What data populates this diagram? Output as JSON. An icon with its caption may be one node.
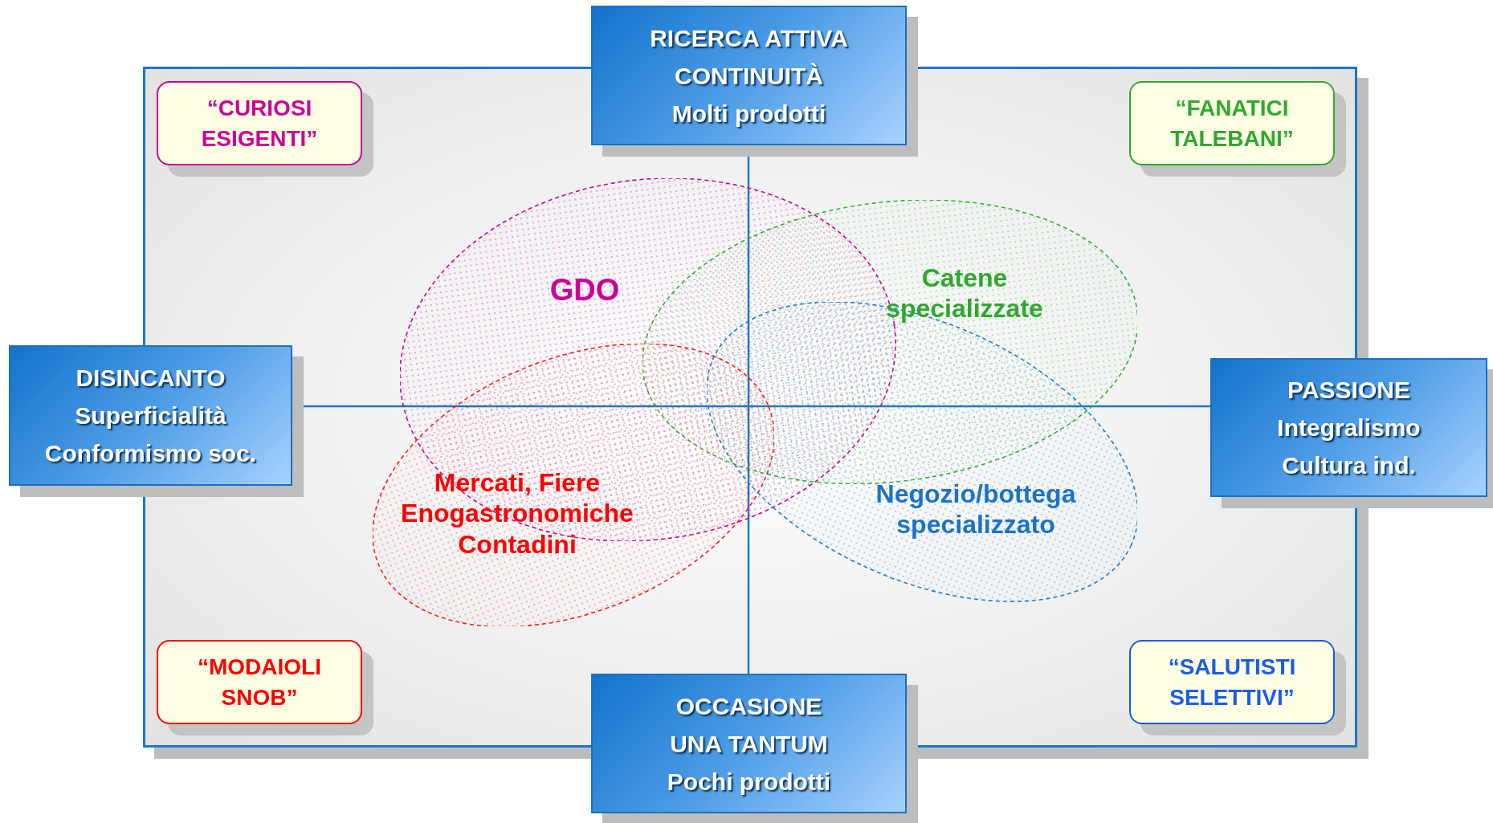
{
  "diagram": {
    "nodes": [
      {
        "text": [],
        "shape": "box"
      },
      {
        "text": [
          "RICERCA ATTIVA",
          "CONTINUITÀ",
          "Molti prodotti"
        ]
      },
      {
        "text": [
          "“CURIOSI ESIGENTI”"
        ],
        "in": 0
      },
      {
        "text": [
          "“FANATICI TALEBANI”"
        ],
        "in": 0
      },
      {
        "text": [
          "GDO"
        ],
        "in": 0
      },
      {
        "text": [
          "Catene specializzate"
        ],
        "in": 0
      },
      {
        "text": [
          "DISINCANTO",
          "Superficialità",
          "Conformismo soc."
        ]
      },
      {
        "text": [
          "PASSIONE",
          "Integralismo",
          "Cultura ind."
        ]
      },
      {
        "text": [
          "Mercati, Fiere Enogastronomiche Contadini"
        ],
        "in": 0
      },
      {
        "text": [
          "Negozio/bottega specializzato"
        ],
        "in": 0
      },
      {
        "text": [
          "“MODAIOLI SNOB”"
        ],
        "in": 0
      },
      {
        "text": [
          "“SALUTISTI SELETTIVI”"
        ],
        "in": 0
      },
      {
        "text": [
          "OCCASIONE",
          "UNA TANTUM",
          "Pochi prodotti"
        ]
      }
    ]
  }
}
